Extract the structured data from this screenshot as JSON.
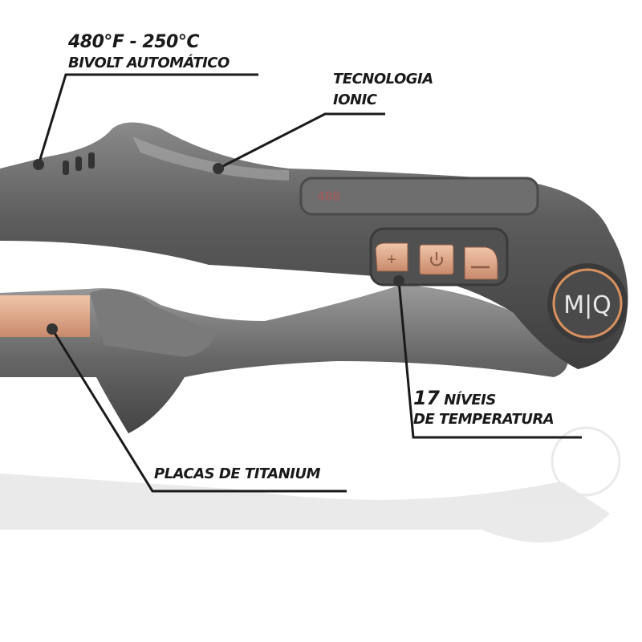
{
  "callouts": {
    "temperature": {
      "line1": "480°F - 250°C",
      "line2": "BIVOLT AUTOMÁTICO"
    },
    "ionic": {
      "line1": "TECNOLOGIA",
      "line2": "IONIC"
    },
    "levels": {
      "number": "17",
      "line1": "NÍVEIS",
      "line2": "DE TEMPERATURA"
    },
    "plates": {
      "line1": "PLACAS DE TITANIUM"
    }
  },
  "product": {
    "display_value": "480",
    "logo": "M|Q",
    "buttons": [
      "+",
      "power",
      "−"
    ]
  },
  "colors": {
    "body": "#5e5e5e",
    "rose_gold": "#d9a083",
    "text": "#1a1a1a"
  }
}
